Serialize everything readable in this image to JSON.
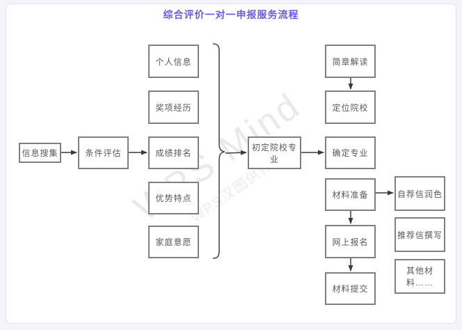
{
  "title": "综合评价一对一申报服务流程",
  "watermark": {
    "brand": "WPS Mind",
    "sub": "WPS汉图供作图"
  },
  "colors": {
    "title": "#6a5ae0",
    "box_border": "#7f7f7f",
    "box_text": "#595959",
    "connector": "#3a3a3a",
    "card_border": "#dfdfef",
    "page_background": "#f4f4fb"
  },
  "flow": {
    "start": "信息搜集",
    "assess": "条件评估",
    "factors": [
      "个人信息",
      "奖项经历",
      "成绩排名",
      "优势特点",
      "家庭意愿"
    ],
    "preliminary": "初定院校专业",
    "steps": [
      "简章解读",
      "定位院校",
      "确定专业",
      "材料准备",
      "网上报名",
      "材料提交"
    ],
    "materials": [
      "自荐信润色",
      "推荐信撰写",
      "其他材料……"
    ]
  }
}
